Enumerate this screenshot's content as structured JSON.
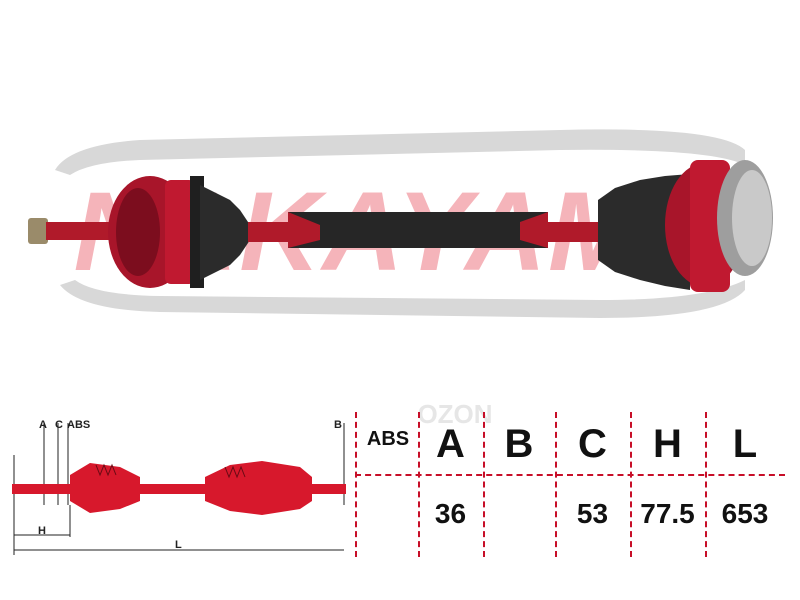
{
  "brand": {
    "watermark": "NAKAYAMA",
    "second_watermark": "OZON"
  },
  "diagram": {
    "labels": {
      "a": "A",
      "c": "C",
      "abs": "ABS",
      "b": "B",
      "h": "H",
      "l": "L"
    }
  },
  "spec_table": {
    "headers": {
      "abs": "ABS",
      "a": "A",
      "b": "B",
      "c": "C",
      "h": "H",
      "l": "L"
    },
    "values": {
      "abs": "",
      "a": "36",
      "b": "",
      "c": "53",
      "h": "77.5",
      "l": "653"
    }
  },
  "colors": {
    "accent_red": "#c70e28",
    "shaft_dark": "#2a2a2a",
    "watermark_pink": "#f4a7ae",
    "watermark_grey": "#d6d6d6"
  }
}
